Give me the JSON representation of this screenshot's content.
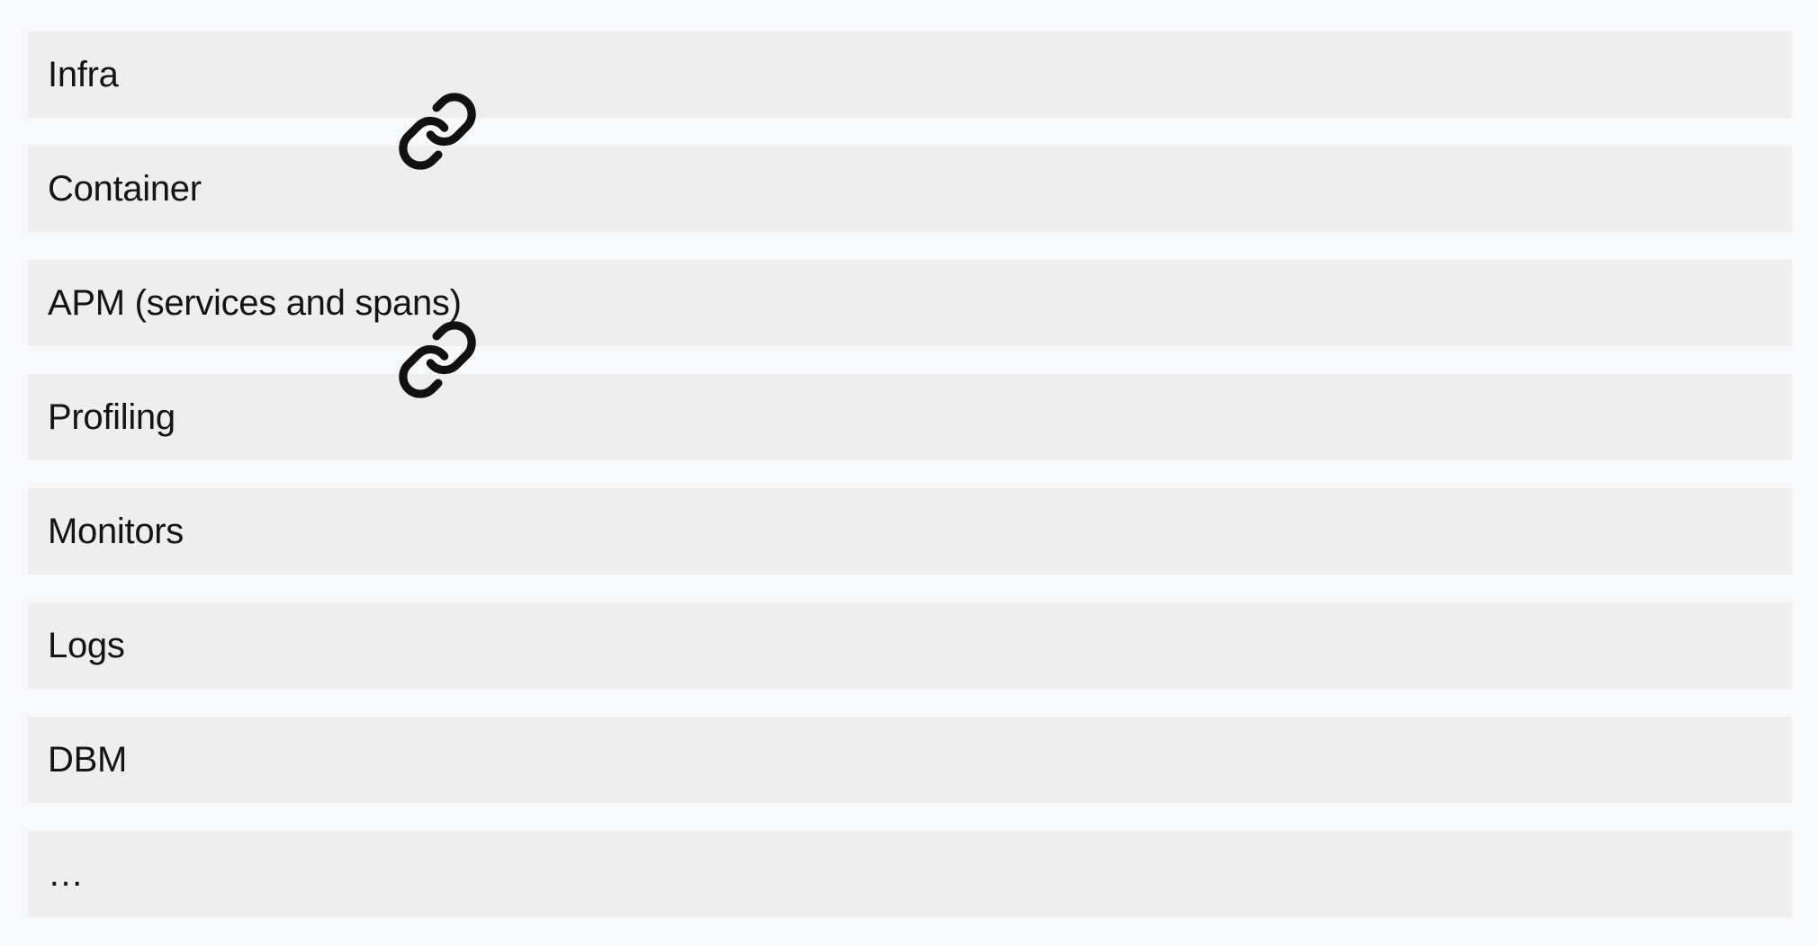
{
  "rows": [
    {
      "label": "Infra"
    },
    {
      "label": "Container"
    },
    {
      "label": "APM (services and spans)"
    },
    {
      "label": "Profiling"
    },
    {
      "label": "Monitors"
    },
    {
      "label": "Logs"
    },
    {
      "label": "DBM"
    },
    {
      "label": "…"
    }
  ],
  "icons": {
    "link_1": "link-icon",
    "link_2": "link-icon"
  },
  "colors": {
    "background": "#f7f8fa",
    "row": "#eeeeee",
    "text": "#141414",
    "icon": "#111111"
  }
}
